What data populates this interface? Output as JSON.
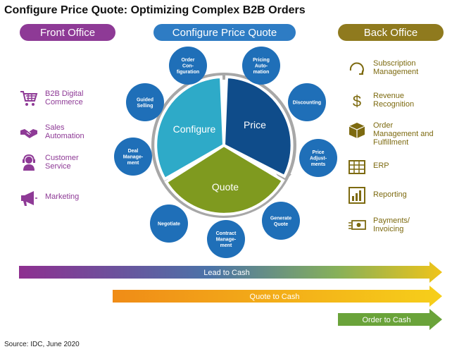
{
  "title": "Configure Price Quote: Optimizing Complex B2B Orders",
  "headers": {
    "front_office": "Front Office",
    "cpq": "Configure Price Quote",
    "back_office": "Back Office"
  },
  "front_office_items": [
    {
      "icon": "shopping-cart-icon",
      "line1": "B2B Digital",
      "line2": "Commerce"
    },
    {
      "icon": "handshake-icon",
      "line1": "Sales",
      "line2": "Automation"
    },
    {
      "icon": "headset-icon",
      "line1": "Customer",
      "line2": "Service"
    },
    {
      "icon": "megaphone-icon",
      "line1": "Marketing",
      "line2": ""
    }
  ],
  "back_office_items": [
    {
      "icon": "refresh-arrow-icon",
      "line1": "Subscription",
      "line2": "Management",
      "line3": ""
    },
    {
      "icon": "dollar-sign-icon",
      "line1": "Revenue",
      "line2": "Recognition",
      "line3": ""
    },
    {
      "icon": "box-icon",
      "line1": "Order",
      "line2": "Management and",
      "line3": "Fulfillment"
    },
    {
      "icon": "grid-table-icon",
      "line1": "ERP",
      "line2": "",
      "line3": ""
    },
    {
      "icon": "bar-chart-icon",
      "line1": "Reporting",
      "line2": "",
      "line3": ""
    },
    {
      "icon": "money-icon",
      "line1": "Payments/",
      "line2": "Invoicing",
      "line3": ""
    }
  ],
  "segments": {
    "configure": "Configure",
    "price": "Price",
    "quote": "Quote"
  },
  "satellites": [
    {
      "lines": [
        "Order",
        "Con-",
        "figuration"
      ]
    },
    {
      "lines": [
        "Pricing",
        "Auto-",
        "mation"
      ]
    },
    {
      "lines": [
        "Discounting"
      ]
    },
    {
      "lines": [
        "Price",
        "Adjust-",
        "ments"
      ]
    },
    {
      "lines": [
        "Generate",
        "Quote"
      ]
    },
    {
      "lines": [
        "Contract",
        "Manage-",
        "ment"
      ]
    },
    {
      "lines": [
        "Negotiate"
      ]
    },
    {
      "lines": [
        "Deal",
        "Manage-",
        "ment"
      ]
    },
    {
      "lines": [
        "Guided",
        "Selling"
      ]
    }
  ],
  "arrows": {
    "lead_to_cash": "Lead to Cash",
    "quote_to_cash": "Quote to Cash",
    "order_to_cash": "Order to Cash"
  },
  "colors": {
    "front": "#8e3a96",
    "cpq": "#2e7cc4",
    "back": "#8f7a1e",
    "configure": "#2eaac8",
    "price": "#0f4c8a",
    "quote": "#7f9a1f",
    "satellite": "#1f6fb8"
  },
  "source": "Source: IDC, June 2020"
}
